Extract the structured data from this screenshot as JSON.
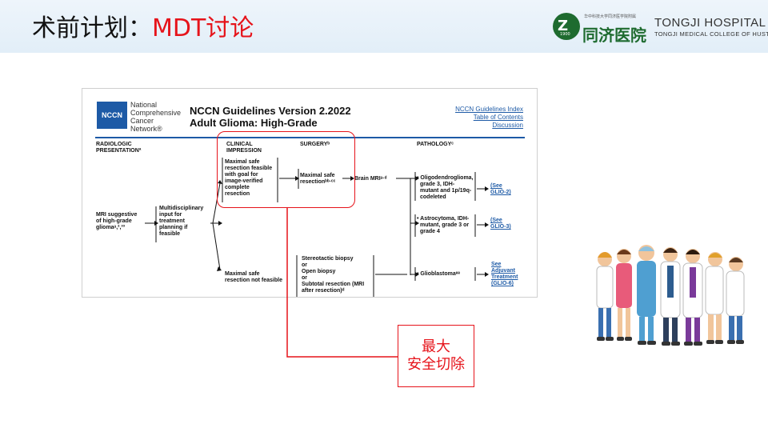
{
  "slide": {
    "title_prefix": "术前计划：",
    "title_highlight": "MDT讨论"
  },
  "logo": {
    "small_line": "华中科技大学同济医学院附属",
    "cn_name": "同济医院",
    "en_name": "TONGJI HOSPITAL",
    "en_sub": "TONGJI MEDICAL COLLEGE OF HUST",
    "emblem_year": "1900"
  },
  "document": {
    "org_abbr": "NCCN",
    "org_line1": "National",
    "org_line2": "Comprehensive",
    "org_line3": "Cancer",
    "org_line4": "Network®",
    "version": "NCCN Guidelines Version 2.2022",
    "subtitle": "Adult Glioma: High-Grade",
    "links": [
      "NCCN Guidelines Index",
      "Table of Contents",
      "Discussion"
    ],
    "headers": {
      "radiologic": "RADIOLOGIC",
      "presentation": "PRESENTATIONª",
      "clinical": "CLINICAL",
      "impression": "IMPRESSION",
      "surgery": "SURGERYᵇ",
      "pathology": "PATHOLOGYᶜ"
    },
    "nodes": {
      "mri_line1": "MRI suggestive",
      "mri_line2": "of high-grade",
      "mri_line3": "gliomaᵃ,²,³³",
      "mdt_line1": "Multidisciplinary",
      "mdt_line2": "input for",
      "mdt_line3": "treatment",
      "mdt_line4": "planning if",
      "mdt_line5": "feasible",
      "feasible_line1": "Maximal safe",
      "feasible_line2": "resection feasible",
      "feasible_line3": "with goal for",
      "feasible_line4": "image-verified",
      "feasible_line5": "complete",
      "feasible_line6": "resection",
      "notfeasible_line1": "Maximal safe",
      "notfeasible_line2": "resection not feasible",
      "maxres_line1": "Maximal safe",
      "maxres_line2": "resectionᵇᵇ·ᶜᶜ",
      "brain_mri": "Brain MRIᵃ·ᵈ",
      "biopsy_line1": "Stereotactic biopsy",
      "biopsy_line2": "or",
      "biopsy_line3": "Open biopsy",
      "biopsy_line4": "or",
      "biopsy_line5": "Subtotal resection (MRI",
      "biopsy_line6": "after resection)ᵈ",
      "oligo_line1": "• Oligodendroglioma,",
      "oligo_line2": "grade 3, IDH-",
      "oligo_line3": "mutant and 1p/19q-",
      "oligo_line4": "codeleted",
      "astro_line1": "• Astrocytoma, IDH-",
      "astro_line2": "mutant, grade 3 or",
      "astro_line3": "grade 4",
      "gbm": "• Glioblastomaᵉᵉ",
      "see_glio2_a": "(See",
      "see_glio2_b": "GLIO-2)",
      "see_glio3_a": "(See",
      "see_glio3_b": "GLIO-3)",
      "see_adj_a": "See",
      "see_adj_b": "Adjuvant",
      "see_adj_c": "Treatment",
      "see_adj_d": "(GLIO-6)"
    }
  },
  "callout": {
    "line1": "最大",
    "line2": "安全切除"
  },
  "colors": {
    "accent_red": "#e6131a",
    "nccn_blue": "#1d5aa6",
    "hospital_green": "#1e6b2f"
  }
}
